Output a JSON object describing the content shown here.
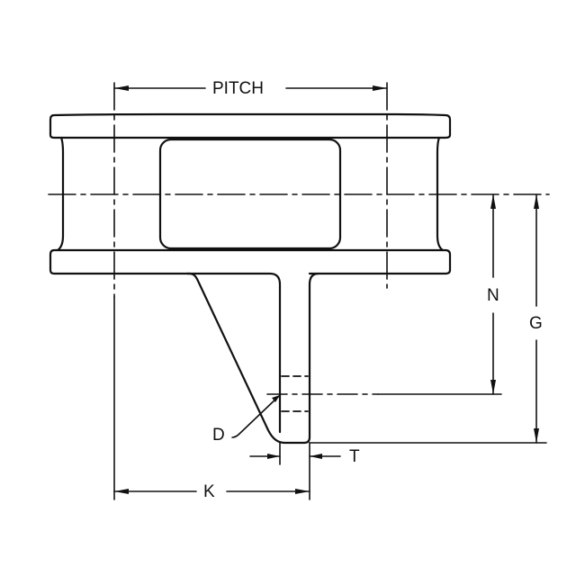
{
  "diagram": {
    "type": "technical-drawing",
    "subject": "chain link attachment (side view)",
    "colors": {
      "line": "#111111",
      "background": "#ffffff"
    },
    "dimension_labels": {
      "pitch": "PITCH",
      "n": "N",
      "g": "G",
      "d": "D",
      "t": "T",
      "k": "K"
    }
  }
}
